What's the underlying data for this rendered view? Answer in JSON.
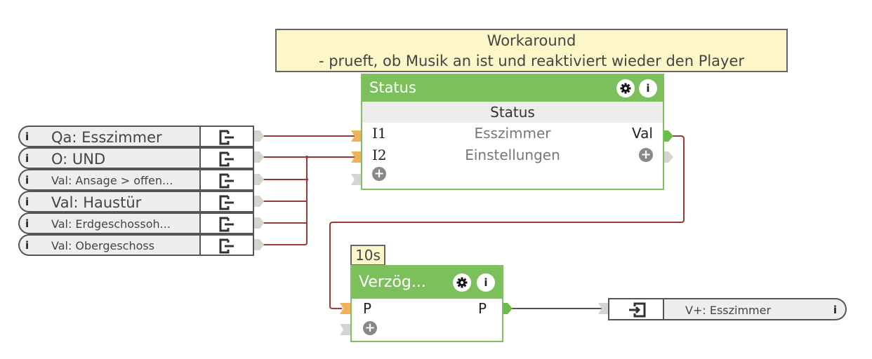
{
  "comment": {
    "title": "Workaround",
    "text": "- prueft, ob Musik an ist und reaktiviert wieder den Player"
  },
  "status_block": {
    "title": "Status",
    "subtitle": "Status",
    "settings_icon": "gear-icon",
    "info_icon": "info-icon",
    "inputs": [
      {
        "port": "I1",
        "description": "Esszimmer"
      },
      {
        "port": "I2",
        "description": "Einstellungen"
      }
    ],
    "outputs": [
      {
        "port": "Val"
      }
    ],
    "add_symbol": "+"
  },
  "input_connectors": [
    {
      "info": "i",
      "label": "Qa: Esszimmer"
    },
    {
      "info": "i",
      "label": "O: UND"
    },
    {
      "info": "i",
      "label": "Val: Ansage > offen..."
    },
    {
      "info": "i",
      "label": "Val: Haustür"
    },
    {
      "info": "i",
      "label": "Val: Erdgeschossoh..."
    },
    {
      "info": "i",
      "label": "Val: Obergeschoss"
    }
  ],
  "delay_block": {
    "timer_label": "10s",
    "title": "Verzög...",
    "settings_icon": "gear-icon",
    "info_icon": "info-icon",
    "input_port": "P",
    "output_port": "P",
    "add_symbol": "+"
  },
  "output_connector": {
    "label": "V+: Esszimmer",
    "info": "i"
  },
  "colors": {
    "block_green": "#7cc05c",
    "wire_red": "#9a3a36",
    "wire_gray": "#555555",
    "port_orange": "#f0b25a",
    "port_gray": "#d4d4d0",
    "comment_bg": "#fdf6c8"
  }
}
